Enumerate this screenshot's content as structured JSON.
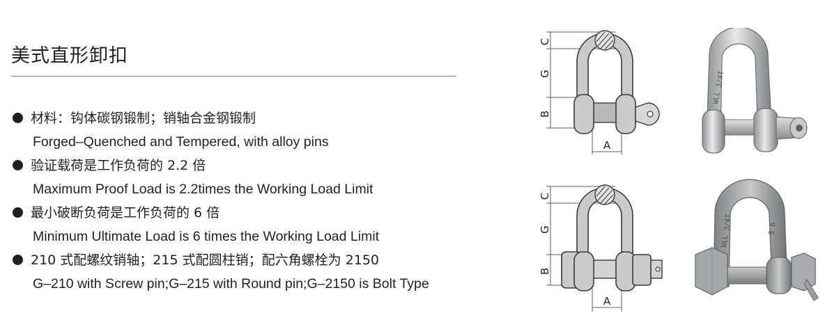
{
  "title": "美式直形卸扣",
  "bullets": [
    {
      "cn": "材料：钩体碳钢锻制；销轴合金钢锻制",
      "en": "Forged–Quenched and Tempered, with alloy pins"
    },
    {
      "cn": "验证载荷是工作负荷的 2.2 倍",
      "en": "Maximum Proof Load is 2.2times the Working Load Limit"
    },
    {
      "cn": "最小破断负荷是工作负荷的 6 倍",
      "en": "Minimum Ultimate Load is 6 times the Working Load Limit"
    },
    {
      "cn": "210 式配螺纹销轴；215 式配圆柱销；配六角螺栓为 2150",
      "en": "G–210 with Screw pin;G–215 with Round pin;G–2150 is Bolt Type"
    }
  ],
  "diagrams": {
    "top": {
      "label_c": "C",
      "label_g": "G",
      "label_b": "B",
      "label_a": "A"
    },
    "bottom": {
      "label_c": "C",
      "label_g": "G",
      "label_b": "B",
      "label_a": "A"
    }
  },
  "photos": {
    "top_marking": "WLL 3/4T",
    "bottom_marking": "WLL 3/4T",
    "bottom_side_marking": "S 6"
  },
  "colors": {
    "text": "#231f20",
    "metal": "#c9cbcc",
    "outline": "#3a3a3a",
    "dim_line": "#6a4c93"
  }
}
